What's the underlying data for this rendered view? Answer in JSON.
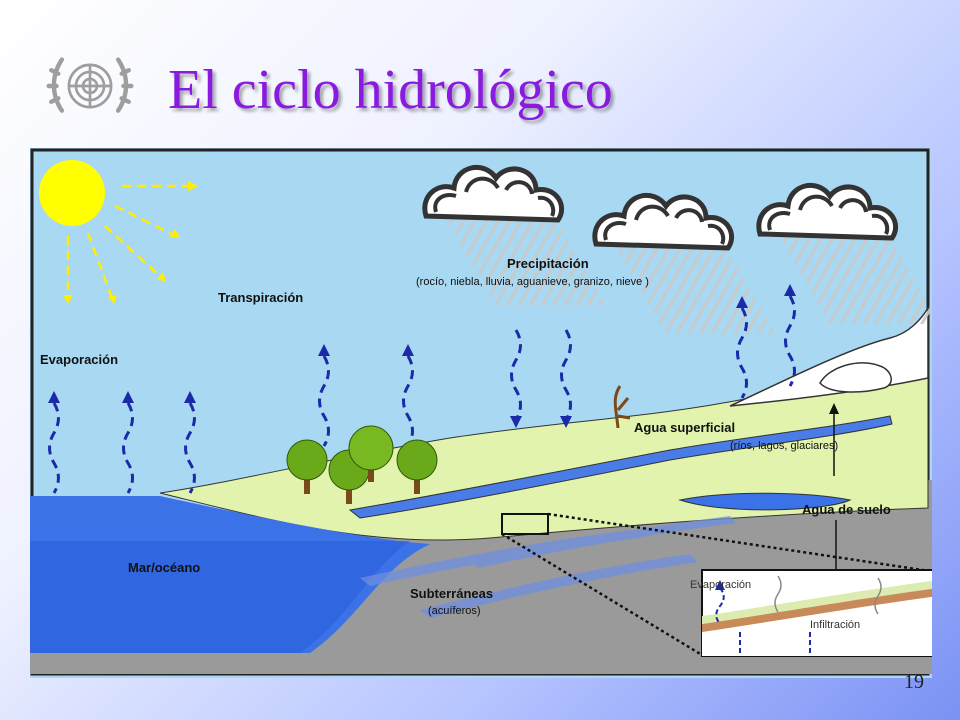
{
  "slide": {
    "title": "El ciclo hidrológico",
    "page_number": "19"
  },
  "labels": {
    "evaporacion": "Evaporación",
    "transpiracion": "Transpiración",
    "precipitacion": "Precipitación",
    "precipitacion_sub": "(rocío, niebla, lluvia, aguanieve, granizo, nieve )",
    "agua_superficial": "Agua superficial",
    "agua_superficial_sub": "(ríos, lagos, glaciares)",
    "agua_de_suelo": "Agua de suelo",
    "mar_oceano": "Mar/océano",
    "subterraneas": "Subterráneas",
    "subterraneas_sub": "(acuíferos)",
    "inset_evaporacion": "Evaporación",
    "inset_infiltracion": "Infiltración"
  },
  "colors": {
    "title": "#8a1adf",
    "sky": "#a8d8f2",
    "sun": "#ffff00",
    "land": "#e2f3ad",
    "sea": "#3b72e8",
    "ground": "#9a9a9a",
    "arrows": "#1a2aa8"
  }
}
